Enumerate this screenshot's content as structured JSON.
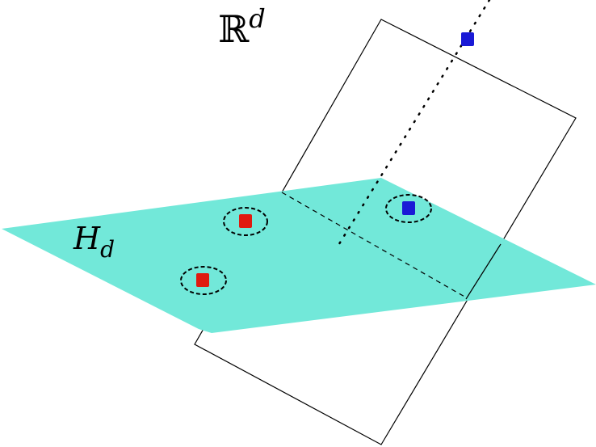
{
  "labels": {
    "space_base": "ℝ",
    "space_exponent": "d",
    "hyperplane_base": "H",
    "hyperplane_subscript": "d"
  },
  "colors": {
    "hyperplane_fill": "#72e8d9",
    "red_point": "#e01a0f",
    "blue_point": "#1a1ad6",
    "outline": "#000000"
  },
  "points": [
    {
      "kind": "red",
      "circled": true
    },
    {
      "kind": "red",
      "circled": true
    },
    {
      "kind": "blue",
      "circled": true
    },
    {
      "kind": "blue",
      "circled": false
    }
  ]
}
